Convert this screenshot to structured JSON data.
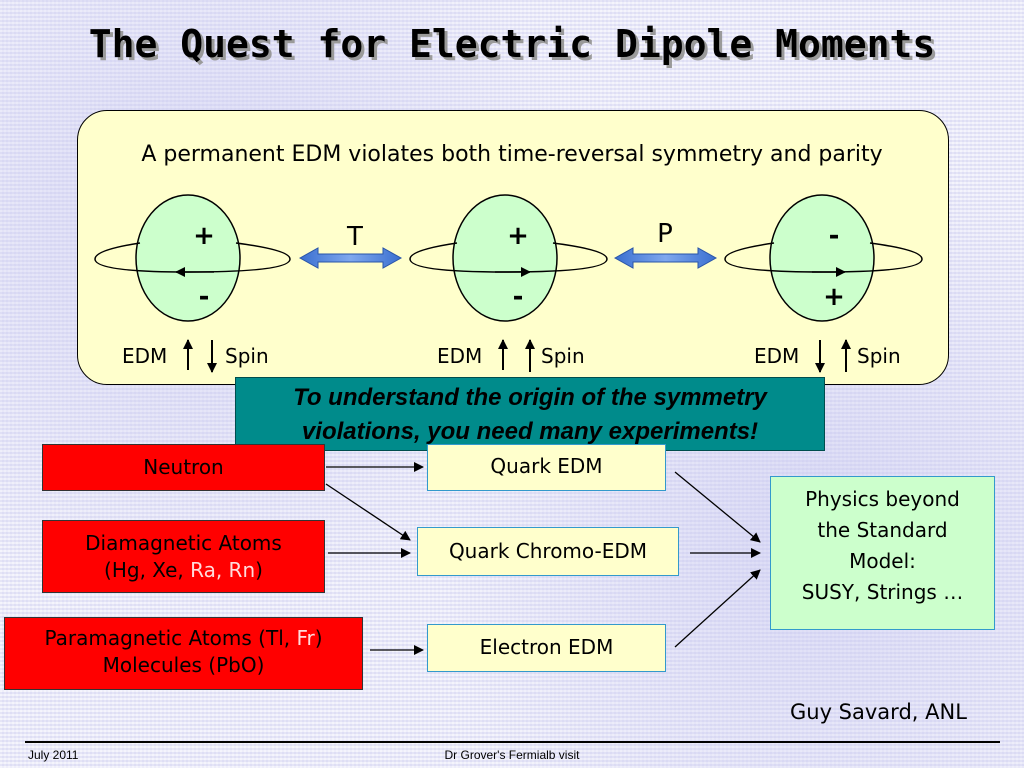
{
  "title": "The Quest for Electric Dipole Moments",
  "panel": {
    "caption": "A permanent EDM violates both time-reversal symmetry and parity",
    "ops": [
      "T",
      "P"
    ],
    "particles": [
      {
        "top_sign": "+",
        "bottom_sign": "-",
        "edm_label": "EDM",
        "spin_label": "Spin",
        "edm_dir": "up",
        "spin_dir": "down"
      },
      {
        "top_sign": "+",
        "bottom_sign": "-",
        "edm_label": "EDM",
        "spin_label": "Spin",
        "edm_dir": "up",
        "spin_dir": "up"
      },
      {
        "top_sign": "-",
        "bottom_sign": "+",
        "edm_label": "EDM",
        "spin_label": "Spin",
        "edm_dir": "down",
        "spin_dir": "up"
      }
    ]
  },
  "callout": {
    "line1": "To understand the origin of the symmetry",
    "line2": "violations, you need many experiments!"
  },
  "experiments": {
    "neutron": "Neutron",
    "diamagnetic_line1": "Diamagnetic Atoms",
    "diamagnetic_line2_prefix": "(Hg, Xe, ",
    "diamagnetic_hl": "Ra, Rn",
    "diamagnetic_line2_suffix": ")",
    "paramagnetic_line1_prefix": "Paramagnetic Atoms (Tl, ",
    "paramagnetic_hl": "Fr",
    "paramagnetic_line1_suffix": ")",
    "paramagnetic_line2": "Molecules (PbO)"
  },
  "observables": {
    "quark_edm": "Quark EDM",
    "quark_chromo_edm": "Quark Chromo-EDM",
    "electron_edm": "Electron EDM"
  },
  "physics": {
    "line1": "Physics beyond",
    "line2": "the Standard",
    "line3": "Model:",
    "line4": "SUSY, Strings …"
  },
  "author": "Guy Savard, ANL",
  "footer": {
    "left": "July 2011",
    "center": "Dr Grover's Fermialb visit"
  },
  "colors": {
    "experiment_box": "#ff0000",
    "observable_box": "#ffffcc",
    "physics_box": "#ccffcc",
    "callout": "#008b8b",
    "highlight_text": "#ffdcdc",
    "double_arrow": "#4a7fd6"
  }
}
